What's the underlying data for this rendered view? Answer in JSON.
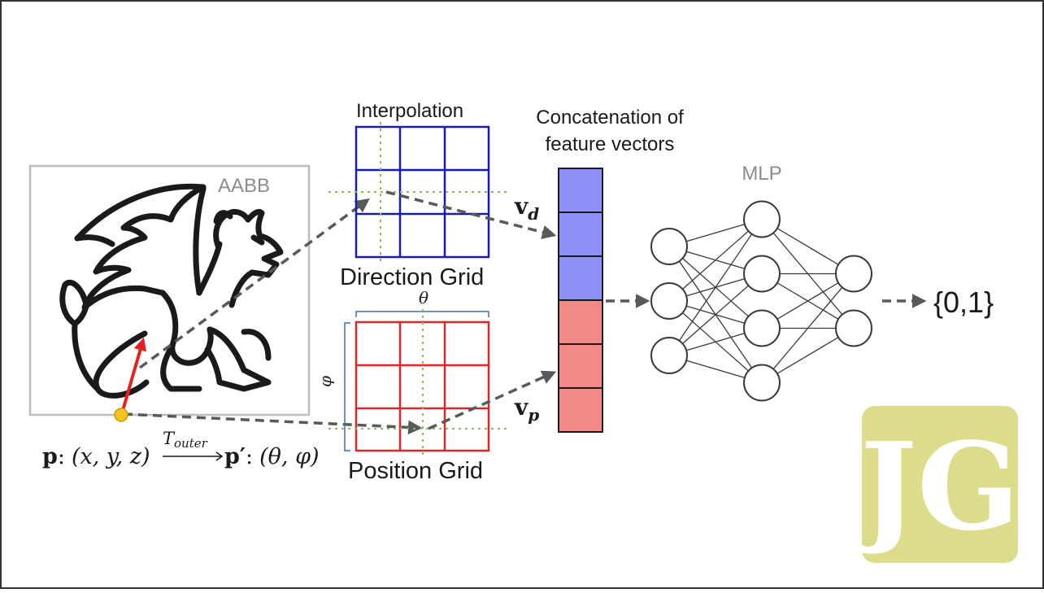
{
  "labels": {
    "aabb": "AABB",
    "interpolation": "Interpolation",
    "concat_line1": "Concatenation of",
    "concat_line2": "feature vectors",
    "mlp": "MLP",
    "direction_grid": "Direction Grid",
    "position_grid": "Position Grid",
    "output": "{0,1}",
    "theta": "θ",
    "phi": "φ",
    "vd_base": "v",
    "vd_sub": "d",
    "vp_base": "v",
    "vp_sub": "p"
  },
  "formula": {
    "p": "p",
    "colon1": ":",
    "coords": "(x, y, z)",
    "transform": "T",
    "transform_sub": "outer",
    "p_prime": "p′",
    "colon2": ":",
    "coords_prime": "(θ, φ)"
  },
  "logo": {
    "text": "JG",
    "bg": "#dcdc8a",
    "fg": "#ffffff"
  },
  "colors": {
    "direction_grid": "#1a1ab4",
    "position_grid": "#d42a2a",
    "vector_direction": "#8f8ffa",
    "vector_position": "#f28a8a",
    "arrow": "#595959",
    "guide": "#7cc24c",
    "highlight_arrow": "#e52222",
    "point": "#f4c21b",
    "box": "#bdbdbd",
    "label_gray": "#8c8c8c"
  },
  "mlp": {
    "layers": [
      3,
      4,
      2
    ]
  },
  "feature_vector": {
    "direction_cells": 3,
    "position_cells": 3
  }
}
